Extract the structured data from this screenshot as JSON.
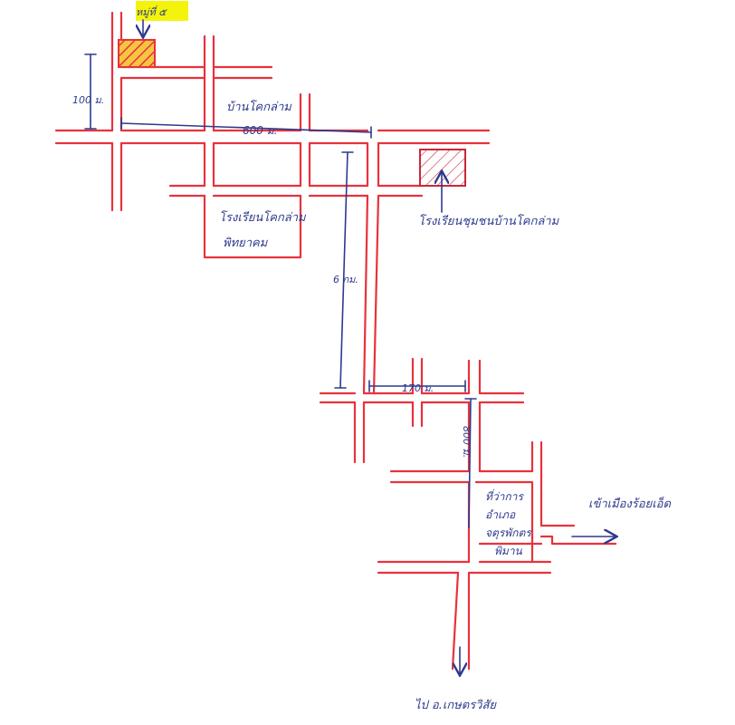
{
  "labels": {
    "highlight_target": "หมู่ที่ ๕",
    "village_name": "บ้านโคกล่าม",
    "school_1": [
      "โรงเรียนโคกล่าม",
      "พิทยาคม"
    ],
    "school_2": "โรงเรียนชุมชนบ้านโคกล่าม",
    "district_office": [
      "ที่ว่าการ",
      "อำเภอ",
      "จตุรพักตร",
      "พิมาน"
    ],
    "to_city": "เข้าเมืองร้อยเอ็ด",
    "to_south": "ไป อ.เกษตรวิสัย"
  },
  "distances": {
    "vertical_north": "100 ม.",
    "horizontal_top": "600 ม.",
    "long_vertical": "6 กม.",
    "lower_horizontal": "170 ม.",
    "lower_vertical": "800 ม."
  },
  "colors": {
    "road": "#e8323c",
    "ink": "#2d3a8c",
    "highlight": "#f4f40a",
    "hatch_fill": "#f5c542"
  }
}
